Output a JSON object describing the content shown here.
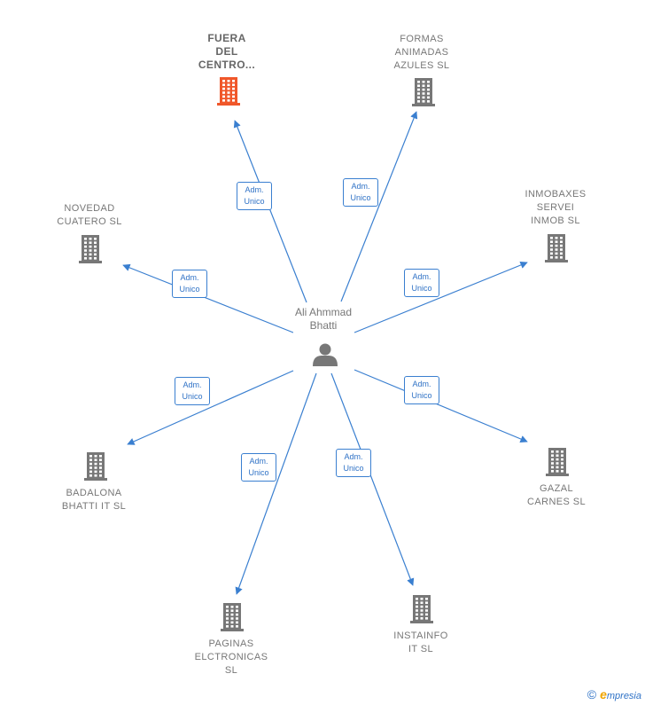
{
  "center": {
    "name": "Ali Ahmmad\nBhatti",
    "icon": "person-icon"
  },
  "colors": {
    "edge": "#3a7fd0",
    "building": "#777777",
    "featured": "#f0572a",
    "label_text": "#777777"
  },
  "companies": [
    {
      "id": "fuera",
      "name": "FUERA\nDEL\nCENTRO...",
      "role": "Adm.\nUnico",
      "featured": true,
      "icon": "building-icon"
    },
    {
      "id": "formas",
      "name": "FORMAS\nANIMADAS\nAZULES SL",
      "role": "Adm.\nUnico",
      "featured": false,
      "icon": "building-icon"
    },
    {
      "id": "inmobaxes",
      "name": "INMOBAXES\nSERVEI\nINMOB SL",
      "role": "Adm.\nUnico",
      "featured": false,
      "icon": "building-icon"
    },
    {
      "id": "gazal",
      "name": "GAZAL\nCARNES SL",
      "role": "Adm.\nUnico",
      "featured": false,
      "icon": "building-icon"
    },
    {
      "id": "instainfo",
      "name": "INSTAINFO\nIT SL",
      "role": "Adm.\nUnico",
      "featured": false,
      "icon": "building-icon"
    },
    {
      "id": "paginas",
      "name": "PAGINAS\nELCTRONICAS\nSL",
      "role": "Adm.\nUnico",
      "featured": false,
      "icon": "building-icon"
    },
    {
      "id": "badalona",
      "name": "BADALONA\nBHATTI IT SL",
      "role": "Adm.\nUnico",
      "featured": false,
      "icon": "building-icon"
    },
    {
      "id": "novedad",
      "name": "NOVEDAD\nCUATERO SL",
      "role": "Adm.\nUnico",
      "featured": false,
      "icon": "building-icon"
    }
  ],
  "footer": {
    "copyright": "©",
    "brand_e": "e",
    "brand_rest": "mpresia"
  }
}
